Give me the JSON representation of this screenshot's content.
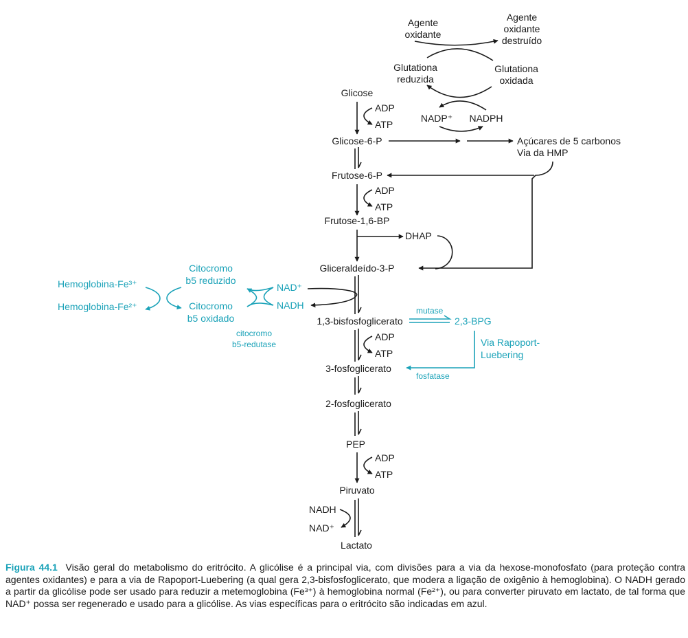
{
  "colors": {
    "text": "#1a1a1a",
    "accent": "#1aa2b8"
  },
  "labels": {
    "oxidant": [
      "Agente",
      "oxidante"
    ],
    "oxidant_destroyed": [
      "Agente",
      "oxidante",
      "destruído"
    ],
    "gsh_reduced": [
      "Glutationa",
      "reduzida"
    ],
    "gsh_oxidized": [
      "Glutationa",
      "oxidada"
    ],
    "nadp": "NADP⁺",
    "nadph": "NADPH",
    "sugars": [
      "Açúcares de 5 carbonos",
      "Via da HMP"
    ],
    "glucose": "Glicose",
    "adp": "ADP",
    "atp": "ATP",
    "g6p": "Glicose-6-P",
    "f6p": "Frutose-6-P",
    "f16bp": "Frutose-1,6-BP",
    "dhap": "DHAP",
    "g3p": "Gliceraldeído-3-P",
    "nad_plus": "NAD⁺",
    "nadh": "NADH",
    "bpg13": "1,3-bisfosfoglicerato",
    "pg3": "3-fosfoglicerato",
    "pg2": "2-fosfoglicerato",
    "pep": "PEP",
    "pyruvate": "Piruvato",
    "lactate": "Lactato",
    "mutase": "mutase",
    "bpg23": "2,3-BPG",
    "rapoport": [
      "Via Rapoport-",
      "Luebering"
    ],
    "phosphatase": "fosfatase",
    "cyt_reduced": [
      "Citocromo",
      "b5 reduzido"
    ],
    "cyt_oxidized": [
      "Citocromo",
      "b5 oxidado"
    ],
    "cyt_reductase": [
      "citocromo",
      "b5-redutase"
    ],
    "hb_fe3": "Hemoglobina-Fe³⁺",
    "hb_fe2": "Hemoglobina-Fe²⁺"
  },
  "caption": {
    "label": "Figura 44.1",
    "text": "Visão geral do metabolismo do eritrócito. A glicólise é a principal via, com divisões para a via da hexose-monofosfato (para proteção contra agentes oxidantes) e para a via de Rapoport-Luebering (a qual gera 2,3-bisfosfoglicerato, que modera a ligação de oxigênio à hemoglobina). O NADH gerado a partir da glicólise pode ser usado para reduzir a metemoglobina (Fe³⁺) à hemoglobina normal (Fe²⁺), ou para converter piruvato em lactato, de tal forma que NAD⁺ possa ser regenerado e usado para a glicólise. As vias específicas para o eritrócito são indicadas em azul."
  }
}
